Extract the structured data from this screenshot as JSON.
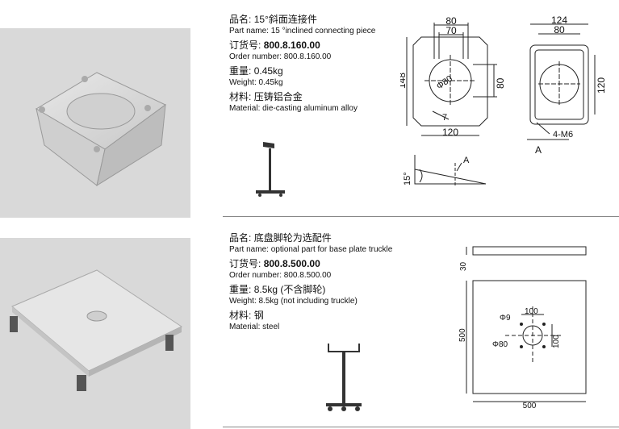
{
  "parts": [
    {
      "name_cn_label": "品名:",
      "name_cn": "15°斜面连接件",
      "name_en": "Part name: 15 °inclined connecting piece",
      "order_cn_label": "订货号:",
      "order_cn": "800.8.160.00",
      "order_en": "Order number: 800.8.160.00",
      "weight_cn_label": "重量:",
      "weight_cn": "0.45kg",
      "weight_en": "Weight: 0.45kg",
      "material_cn_label": "材料:",
      "material_cn": "压铸铝合金",
      "material_en": "Material: die-casting aluminum alloy",
      "dims": {
        "d80": "80",
        "d70": "70",
        "d148": "148",
        "d80dia": "Φ80",
        "d80v": "80",
        "d7": "7",
        "d120": "120",
        "d124": "124",
        "d80b": "80",
        "d120v": "120",
        "m6": "4-M6",
        "a_label": "A",
        "angle": "15°",
        "a_label2": "A"
      }
    },
    {
      "name_cn_label": "品名:",
      "name_cn": "底盘脚轮为选配件",
      "name_en": "Part name: optional part for base plate truckle",
      "order_cn_label": "订货号:",
      "order_cn": "800.8.500.00",
      "order_en": "Order number: 800.8.500.00",
      "weight_cn_label": "重量:",
      "weight_cn": "8.5kg (不含脚轮)",
      "weight_en": "Weight: 8.5kg (not including truckle)",
      "material_cn_label": "材料:",
      "material_cn": "钢",
      "material_en": "Material: steel",
      "dims": {
        "d30": "30",
        "d500v": "500",
        "d9": "Φ9",
        "d100h": "100",
        "d100v": "100",
        "d80": "Φ80",
        "d500h": "500"
      }
    }
  ]
}
